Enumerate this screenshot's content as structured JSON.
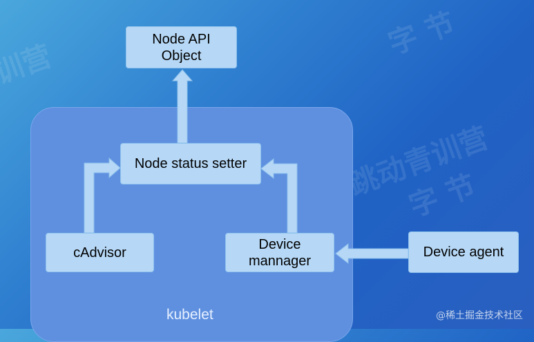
{
  "diagram": {
    "nodes": {
      "node_api": {
        "label": "Node API\nObject"
      },
      "status_setter": {
        "label": "Node status setter"
      },
      "cadvisor": {
        "label": "cAdvisor"
      },
      "device_manager": {
        "label": "Device\nmannager"
      },
      "device_agent": {
        "label": "Device agent"
      }
    },
    "container": {
      "label": "kubelet"
    },
    "edges": [
      {
        "from": "status_setter",
        "to": "node_api"
      },
      {
        "from": "cadvisor",
        "to": "status_setter"
      },
      {
        "from": "device_manager",
        "to": "status_setter"
      },
      {
        "from": "device_agent",
        "to": "device_manager"
      }
    ]
  },
  "watermark": "@稀土掘金技术社区",
  "colors": {
    "box_fill": "#b6d8f6",
    "container_fill": "#5f90e0",
    "arrow_fill": "#b6d8f6"
  }
}
